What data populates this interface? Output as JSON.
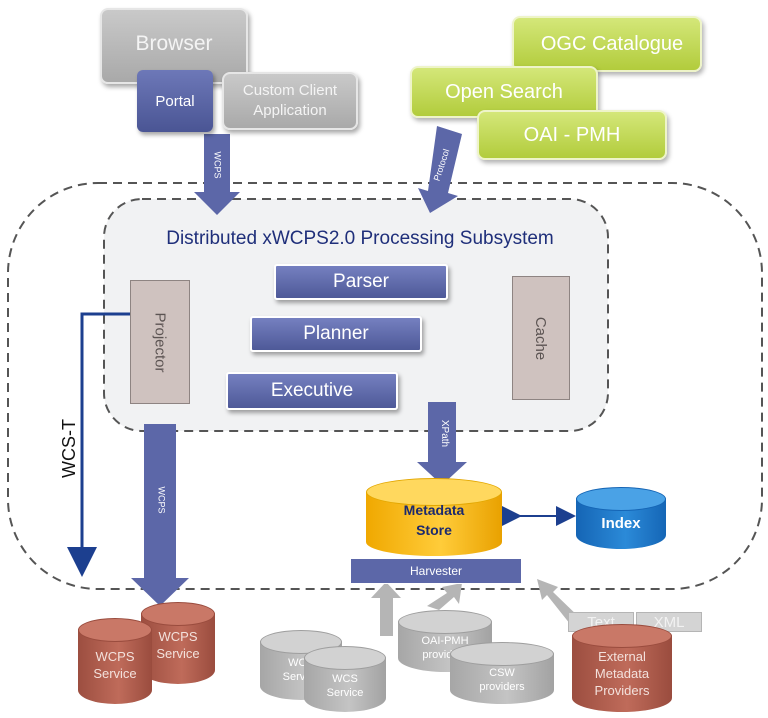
{
  "clients": {
    "browser": "Browser",
    "portal": "Portal",
    "custom_client": "Custom Client Application"
  },
  "catalogues": {
    "ogc": "OGC Catalogue",
    "open_search": "Open Search",
    "oai_pmh": "OAI - PMH"
  },
  "arrows": {
    "wcps_in": "WCPS",
    "protocol_in": "Protocol",
    "xpath": "XPath",
    "wcps_out": "WCPS",
    "wcs_t": "WCS-T"
  },
  "subsystem": {
    "title": "Distributed xWCPS2.0 Processing Subsystem",
    "parser": "Parser",
    "planner": "Planner",
    "executive": "Executive",
    "projector": "Projector",
    "cache": "Cache"
  },
  "metadata": {
    "store": "Metadata Store",
    "index": "Index",
    "harvester": "Harvester"
  },
  "services": {
    "wcps_back": "WCPS Service",
    "wcps_front": "WCPS Service",
    "wcs_back": "WCS Service",
    "wcs_front": "WCS Service",
    "oai_pmh_providers": "OAI-PMH providers",
    "csw_providers": "CSW providers",
    "external_providers": "External Metadata Providers",
    "text_tag": "Text",
    "xml_tag": "XML"
  },
  "colors": {
    "purple": "#5a64a5",
    "gray": "#b7b7b7",
    "green": "#c3d85a",
    "gold": "#f7b500",
    "blue": "#1f78c8",
    "brown": "#a85b4c",
    "dark_blue": "#1c3f8f"
  }
}
